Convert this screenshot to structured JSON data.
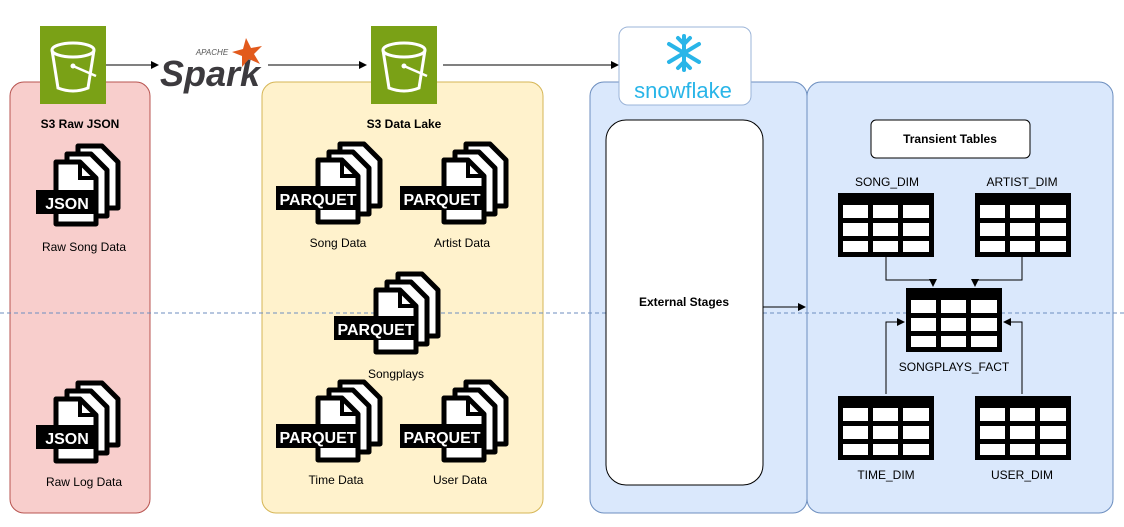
{
  "s3_raw": {
    "title": "S3 Raw JSON",
    "files": [
      {
        "tag": "JSON",
        "label": "Raw Song Data"
      },
      {
        "tag": "JSON",
        "label": "Raw Log Data"
      }
    ]
  },
  "spark": {
    "top": "APACHE",
    "name": "Spark"
  },
  "s3_lake": {
    "title": "S3 Data Lake",
    "files": [
      {
        "tag": "PARQUET",
        "label": "Song Data"
      },
      {
        "tag": "PARQUET",
        "label": "Artist Data"
      },
      {
        "tag": "PARQUET",
        "label": "Songplays"
      },
      {
        "tag": "PARQUET",
        "label": "Time Data"
      },
      {
        "tag": "PARQUET",
        "label": "User Data"
      }
    ]
  },
  "snowflake": {
    "name": "snowflake",
    "external_stages": "External Stages",
    "transient_tables": "Transient Tables",
    "tables": {
      "song_dim": "SONG_DIM",
      "artist_dim": "ARTIST_DIM",
      "fact": "SONGPLAYS_FACT",
      "time_dim": "TIME_DIM",
      "user_dim": "USER_DIM"
    }
  },
  "colors": {
    "raw_fill": "#f8cecc",
    "raw_stroke": "#b85450",
    "lake_fill": "#fff2cc",
    "lake_stroke": "#d6b656",
    "snow_fill": "#dae8fc",
    "snow_stroke": "#6c8ebf",
    "bucket": "#7aa116",
    "spark": "#e25a1c",
    "snow_blue": "#29b5e8"
  }
}
